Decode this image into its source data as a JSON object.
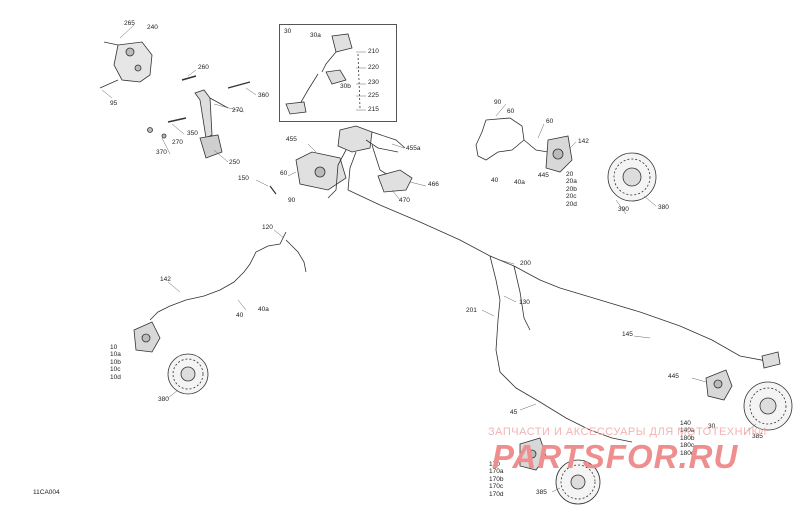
{
  "diagram": {
    "code": "11CA004",
    "watermark": {
      "line1": "ЗАПЧАСТИ И АКСЕССУАРЫ ДЛЯ МОТОТЕХНИКИ",
      "line2": "PARTSFOR.RU"
    },
    "inset_label": "30",
    "callouts": {
      "c265": "265",
      "c240": "240",
      "c95": "95",
      "c260": "260",
      "c360": "360",
      "c270a": "270",
      "c350": "350",
      "c370": "370",
      "c270b": "270",
      "c250": "250",
      "c30a": "30a",
      "c30b": "30b",
      "c210": "210",
      "c220": "220",
      "c230": "230",
      "c225": "225",
      "c215": "215",
      "c455": "455",
      "c455a": "455a",
      "c150": "150",
      "c60a": "60",
      "c90a": "90",
      "c466": "466",
      "c470": "470",
      "c90b": "90",
      "c60b": "60",
      "c60c": "60",
      "c142a": "142",
      "c445a": "445",
      "c40a": "40",
      "c40aa": "40a",
      "c390": "390",
      "c380a": "380",
      "c120": "120",
      "c142b": "142",
      "c40b": "40",
      "c40ab": "40a",
      "c380b": "380",
      "c200": "200",
      "c130": "130",
      "c201": "201",
      "c145": "145",
      "c445b": "445",
      "c385a": "385",
      "c45": "45",
      "c385b": "385"
    },
    "stacks": {
      "s20": [
        "20",
        "20a",
        "20b",
        "20c",
        "20d"
      ],
      "s10": [
        "10",
        "10a",
        "10b",
        "10c",
        "10d"
      ],
      "s140": [
        "140",
        "140a",
        "180b",
        "180c",
        "180d"
      ],
      "s170": [
        "170",
        "170a",
        "170b",
        "170c",
        "170d"
      ]
    },
    "small_label_30": "30"
  }
}
